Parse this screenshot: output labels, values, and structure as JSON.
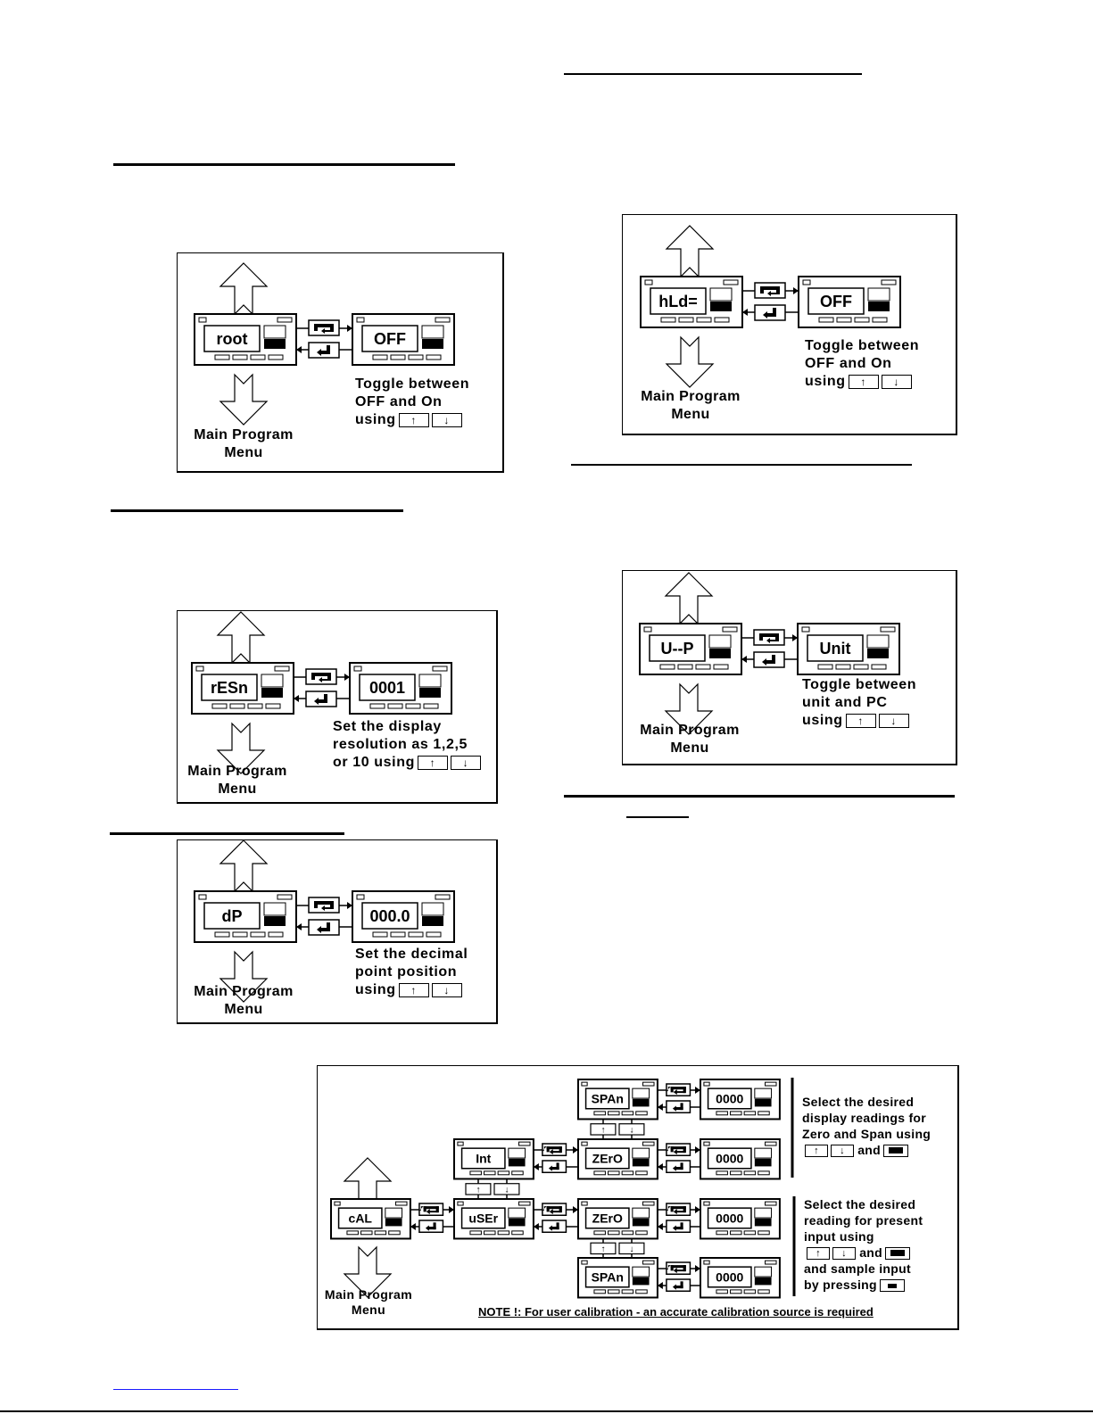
{
  "page": {
    "sections": [
      {
        "id": "root",
        "title": "",
        "display_left": "root",
        "display_right": "OFF",
        "caption_lines": [
          "Toggle between",
          "OFF and On",
          "using"
        ],
        "menu_label": [
          "Main Program",
          "Menu"
        ]
      },
      {
        "id": "hold",
        "title": "",
        "display_left": "hLd=",
        "display_right": "OFF",
        "caption_lines": [
          "Toggle between",
          "OFF and On",
          "using"
        ],
        "menu_label": [
          "Main Program",
          "Menu"
        ]
      },
      {
        "id": "resolution",
        "title": "",
        "display_left": "rESn",
        "display_right": "0001",
        "caption_lines": [
          "Set the display",
          "resolution as 1,2,5",
          "or 10 using"
        ],
        "menu_label": [
          "Main Program",
          "Menu"
        ]
      },
      {
        "id": "units",
        "title": "",
        "display_left": "U--P",
        "display_right": "Unit",
        "caption_lines": [
          "Toggle between",
          "unit and PC",
          "using"
        ],
        "menu_label": [
          "Main Program",
          "Menu"
        ]
      },
      {
        "id": "decimal",
        "title": "",
        "display_left": "dP",
        "display_right": "000.0",
        "caption_lines": [
          "Set the decimal",
          "point position",
          "using"
        ],
        "menu_label": [
          "Main Program",
          "Menu"
        ]
      }
    ],
    "calibration": {
      "cal_display": "cAL",
      "user_display": "uSEr",
      "int_display": "Int",
      "zero_display": "ZErO",
      "span_display": "SPAn",
      "value_display": "0000",
      "menu_label": [
        "Main Program",
        "Menu"
      ],
      "instructions_top": [
        "Select the desired",
        "display readings for",
        "Zero and Span using",
        "and"
      ],
      "instructions_bottom": [
        "Select the desired",
        "reading for present",
        "input using",
        "and",
        "and sample input",
        "by pressing"
      ],
      "note": "NOTE !: For user calibration - an accurate calibration source is required"
    },
    "icons": {
      "up_key": "↑",
      "down_key": "↓",
      "scroll_key": "scroll-key-icon",
      "enter_key": "enter-key-icon"
    }
  }
}
